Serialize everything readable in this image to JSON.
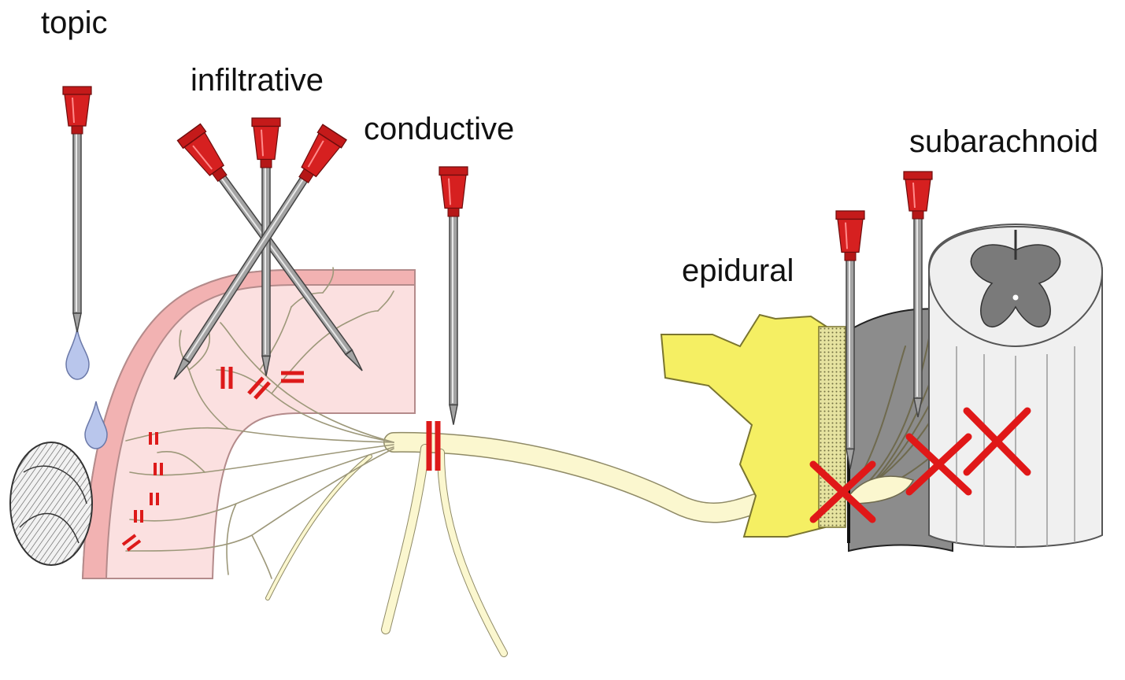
{
  "labels": {
    "topic": "topic",
    "infiltrative": "infiltrative",
    "conductive": "conductive",
    "subarachnoid": "subarachnoid",
    "epidural": "epidural"
  },
  "colors": {
    "needle_hub": "#d41e1e",
    "needle_shaft": "#9a9a9a",
    "skin_outer": "#f6c6c6",
    "skin_inner": "#fbe3e3",
    "nerve": "#fbf7cf",
    "nerve_outline": "#8f8a66",
    "bone": "#f5ef63",
    "dura": "#8a8a8a",
    "cord": "#eeeeee",
    "grey_matter": "#7a7a7a",
    "drop": "#b9c6ec",
    "block_mark": "#dd1a1a"
  }
}
